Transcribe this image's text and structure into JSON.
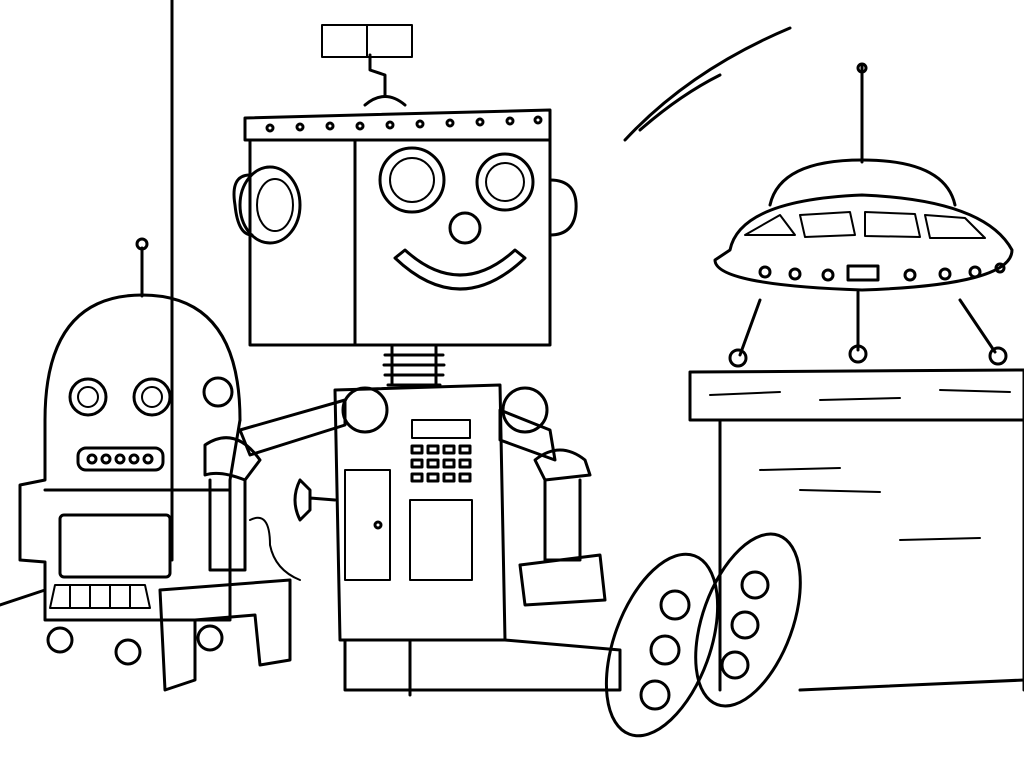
{
  "colors": {
    "line": "#000000",
    "background": "#ffffff"
  },
  "scene": {
    "subjects": [
      "small-dome-robot",
      "box-head-robot",
      "flying-saucer-toy",
      "pedestal"
    ]
  }
}
